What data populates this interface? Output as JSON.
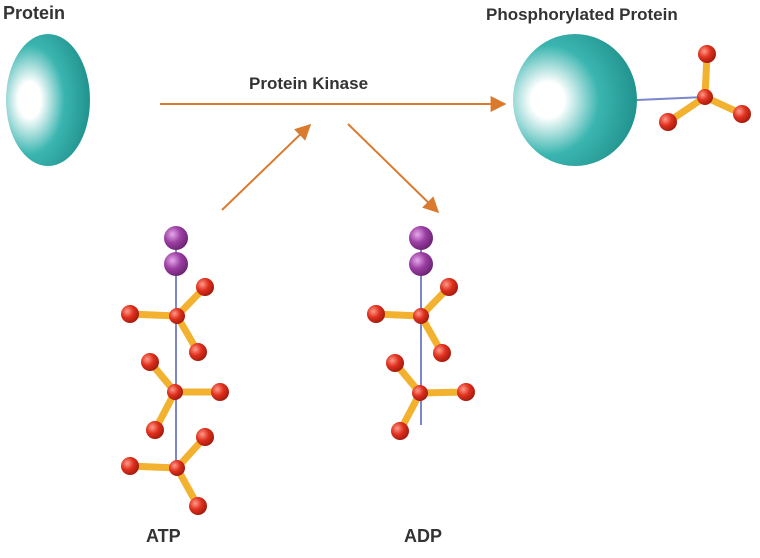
{
  "labels": {
    "protein": "Protein",
    "phosphorylated_protein": "Phosphorylated Protein",
    "enzyme": "Protein Kinase",
    "atp": "ATP",
    "adp": "ADP"
  },
  "colors": {
    "protein_fill": "#3bb5b0",
    "protein_highlight": "#ffffff",
    "arrow": "#d97a2e",
    "bond": "#f2b230",
    "oxygen": "#e0301e",
    "phosphorus": "#e0301e",
    "base_atom": "#9b3fa3",
    "backbone": "#7b86cc",
    "label_text": "#333333"
  },
  "molecules": {
    "atp_phosphate_groups": 3,
    "adp_phosphate_groups": 2
  }
}
